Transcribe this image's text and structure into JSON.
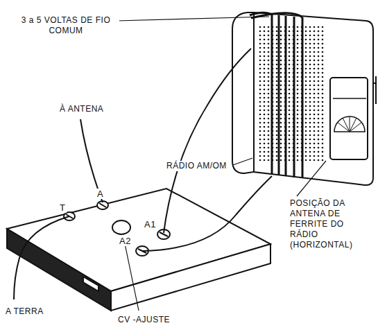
{
  "diagram": {
    "labels": [
      "3 a 5 VOLTAS DE FIO COMUM",
      "À ANTENA",
      "RÁDIO AM/OM",
      "POSIÇÃO DA ANTENA DE FERRITE DO RÁDIO (HORIZONTAL)",
      "A",
      "T",
      "A1",
      "A2",
      "A TERRA",
      "CV -AJUSTE"
    ]
  }
}
